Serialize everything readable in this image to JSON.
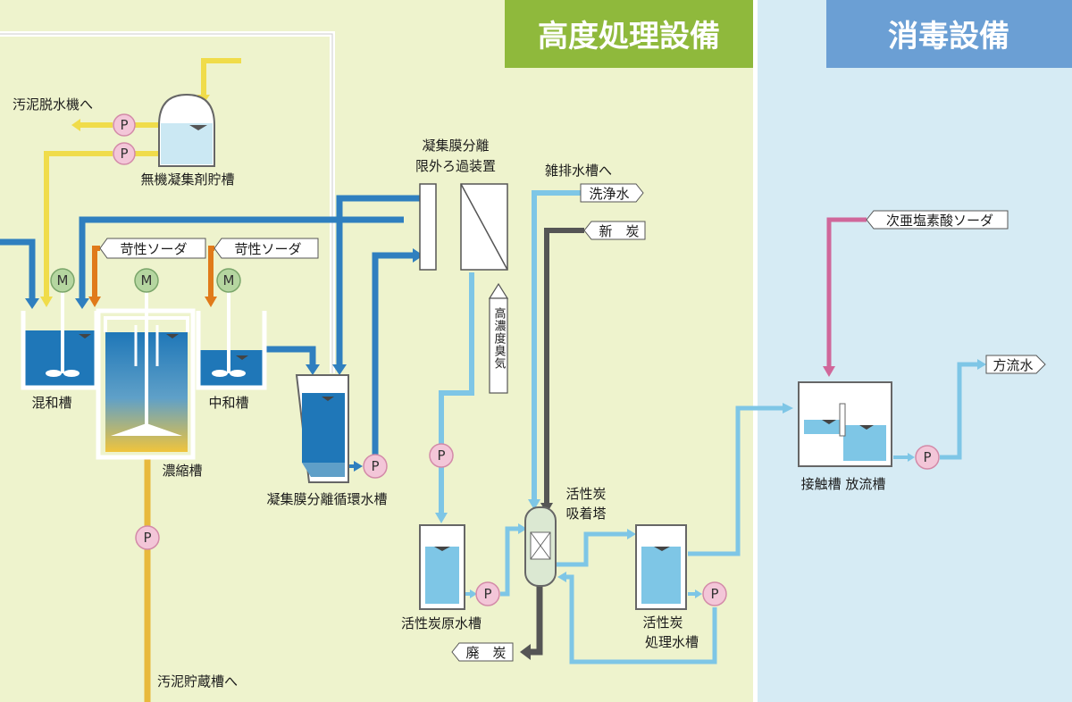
{
  "sections": {
    "advanced": {
      "title": "高度処理設備",
      "color": "#8fb93c",
      "bg": "#eef3cd"
    },
    "disinfection": {
      "title": "消毒設備",
      "color": "#6b9fd4",
      "bg": "#d6ebf4"
    }
  },
  "colors": {
    "blue_pipe": "#2f7fbf",
    "light_pipe": "#7ec6e6",
    "yellow_pipe": "#f0dc4a",
    "orange_pipe": "#e07a1a",
    "sludge_pipe": "#e8b93c",
    "carbon_pipe": "#555555",
    "hypo_pipe": "#d0679a"
  },
  "labels": {
    "to_dehydrator": "汚泥脱水機へ",
    "coagulant_tank": "無機凝集剤貯槽",
    "caustic_1": "苛性ソーダ",
    "caustic_2": "苛性ソーダ",
    "mixing_tank": "混和槽",
    "thickener": "濃縮槽",
    "neutral_tank": "中和槽",
    "membrane_unit_1": "凝集膜分離",
    "membrane_unit_2": "限外ろ過装置",
    "circ_tank": "凝集膜分離循環水槽",
    "odor_air": "高濃度臭気",
    "to_misc_tank": "雑排水槽へ",
    "wash_water": "洗浄水",
    "new_carbon": "新　炭",
    "waste_carbon": "廃　炭",
    "carbon_tower_1": "活性炭",
    "carbon_tower_2": "吸着塔",
    "carbon_raw_tank": "活性炭原水槽",
    "carbon_treated_1": "活性炭",
    "carbon_treated_2": "処理水槽",
    "to_sludge_storage": "汚泥貯蔵槽へ",
    "hypochlorite": "次亜塩素酸ソーダ",
    "discharge_water": "方流水",
    "contact_tank": "接触槽 放流槽"
  },
  "symbols": {
    "pump": "P",
    "motor": "M"
  }
}
